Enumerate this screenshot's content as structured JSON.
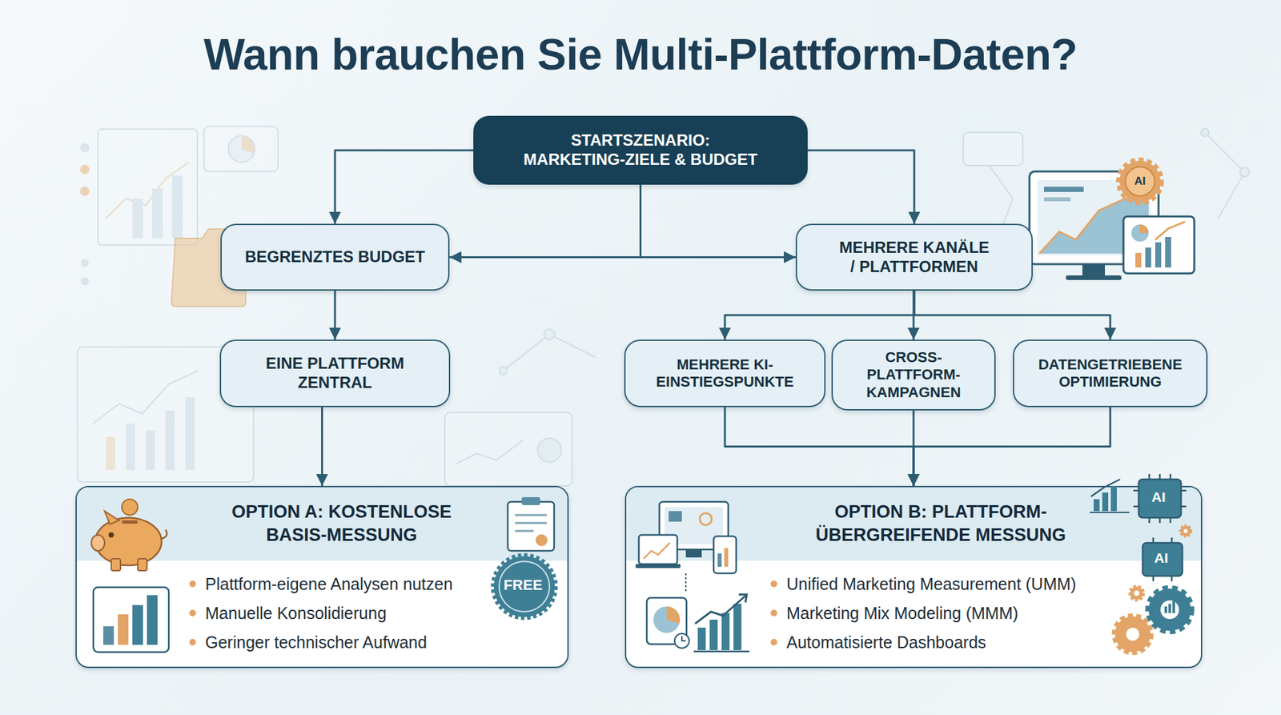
{
  "diagram": {
    "title": "Wann brauchen Sie Multi-Plattform-Daten?",
    "nodes": [
      {
        "text": [
          "STARTSZENARIO: MARKETING-ZIELE & BUDGET"
        ]
      },
      {
        "text": [
          "BEGRENZTES BUDGET"
        ]
      },
      {
        "text": [
          "MEHRERE KANÄLE / PLATTFORMEN"
        ]
      },
      {
        "text": [
          "EINE PLATTFORM ZENTRAL"
        ]
      },
      {
        "text": [
          "MEHRERE KI-EINSTIEGSPUNKTE"
        ]
      },
      {
        "text": [
          "CROSS- PLATTFORM- KAMPAGNEN"
        ]
      },
      {
        "text": [
          "DATENGETRIEBENE OPTIMIERUNG"
        ]
      },
      {
        "text": [
          "OPTION A: KOSTENLOSE BASIS-MESSUNG",
          "Plattform-eigene Analysen nutzen",
          "Manuelle Konsolidierung",
          "Geringer technischer Aufwand"
        ]
      },
      {
        "text": [
          "OPTION B: PLATTFORM-ÜBERGREIFENDE MESSUNG",
          "Unified Marketing Measurement (UMM)",
          "Marketing Mix Modeling (MMM)",
          "Automatisierte Dashboards"
        ]
      }
    ],
    "edges": [
      {
        "from": 0,
        "to": 1,
        "arrow": "to"
      },
      {
        "from": 0,
        "to": 1,
        "arrow": "to"
      },
      {
        "from": 0,
        "to": 2,
        "arrow": "to"
      },
      {
        "from": 0,
        "to": 2,
        "arrow": "to"
      },
      {
        "from": 1,
        "to": 3,
        "arrow": "to"
      },
      {
        "from": 3,
        "to": 7,
        "arrow": "to"
      },
      {
        "from": 2,
        "to": 4,
        "arrow": "to"
      },
      {
        "from": 2,
        "to": 5,
        "arrow": "to"
      },
      {
        "from": 2,
        "to": 6,
        "arrow": "to"
      },
      {
        "from": 4,
        "to": 8,
        "arrow": "to"
      },
      {
        "from": 5,
        "to": 8,
        "arrow": "to"
      },
      {
        "from": 6,
        "to": 8,
        "arrow": "to"
      }
    ],
    "labels": [
      "FREE",
      "AI",
      "AI",
      "AI"
    ]
  }
}
